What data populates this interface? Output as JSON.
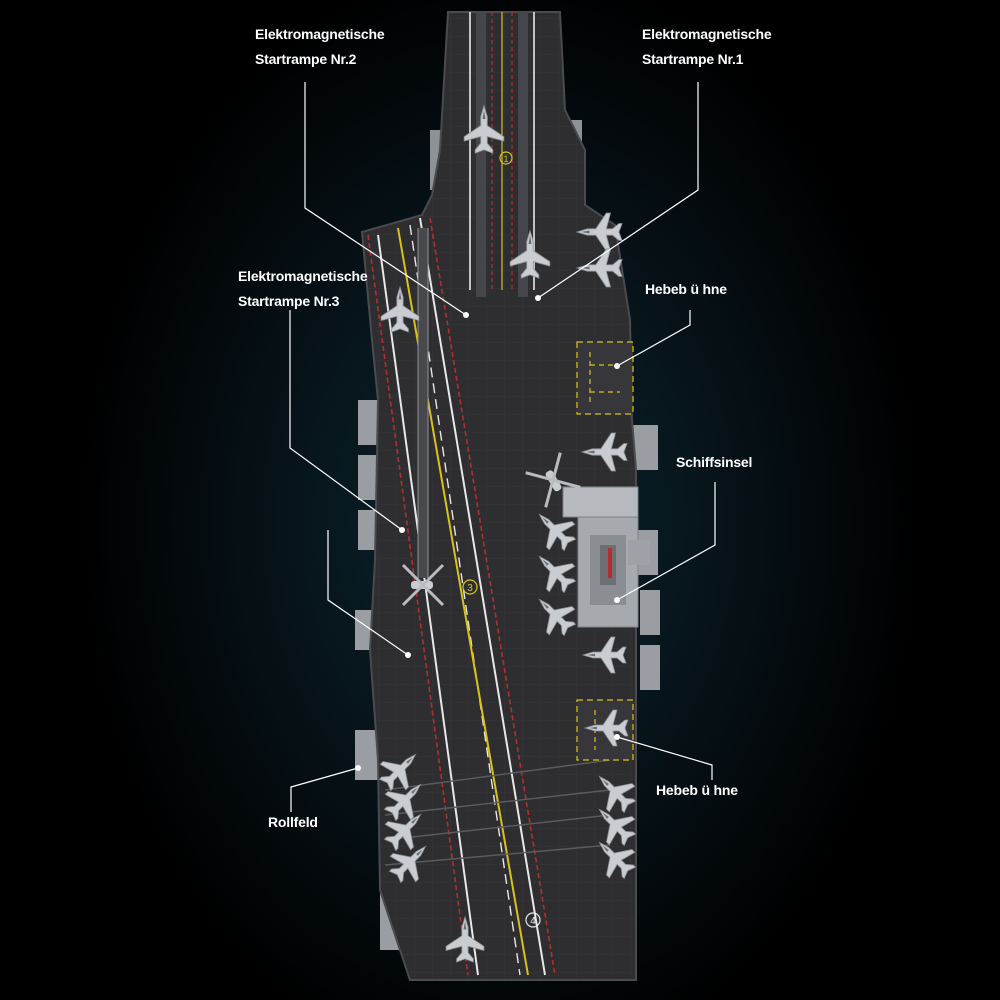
{
  "annotations": {
    "launcher_2": {
      "line1": "Elektromagnetische",
      "line2": "Startrampe Nr.2"
    },
    "launcher_1": {
      "line1": "Elektromagnetische",
      "line2": "Startrampe Nr.1"
    },
    "launcher_3": {
      "line1": "Elektromagnetische",
      "line2": "Startrampe Nr.3"
    },
    "elevator_top": {
      "text": "Hebeb ü hne"
    },
    "island": {
      "text": "Schiffsinsel"
    },
    "elevator_bottom": {
      "text": "Hebeb ü hne"
    },
    "taxiway": {
      "text": "Rollfeld"
    }
  },
  "deck_markings": {
    "mark_1": "1",
    "mark_3": "3",
    "mark_4": "4"
  },
  "colors": {
    "background": "#000000",
    "glow": "#0d2530",
    "deck": "#2d2d30",
    "hull_side": "#8e9296",
    "deck_line_white": "#e8e8e8",
    "deck_line_yellow": "#d9c21a",
    "deck_line_red": "#b03030",
    "aircraft": "#c8cbce",
    "leader_line": "#ffffff"
  }
}
